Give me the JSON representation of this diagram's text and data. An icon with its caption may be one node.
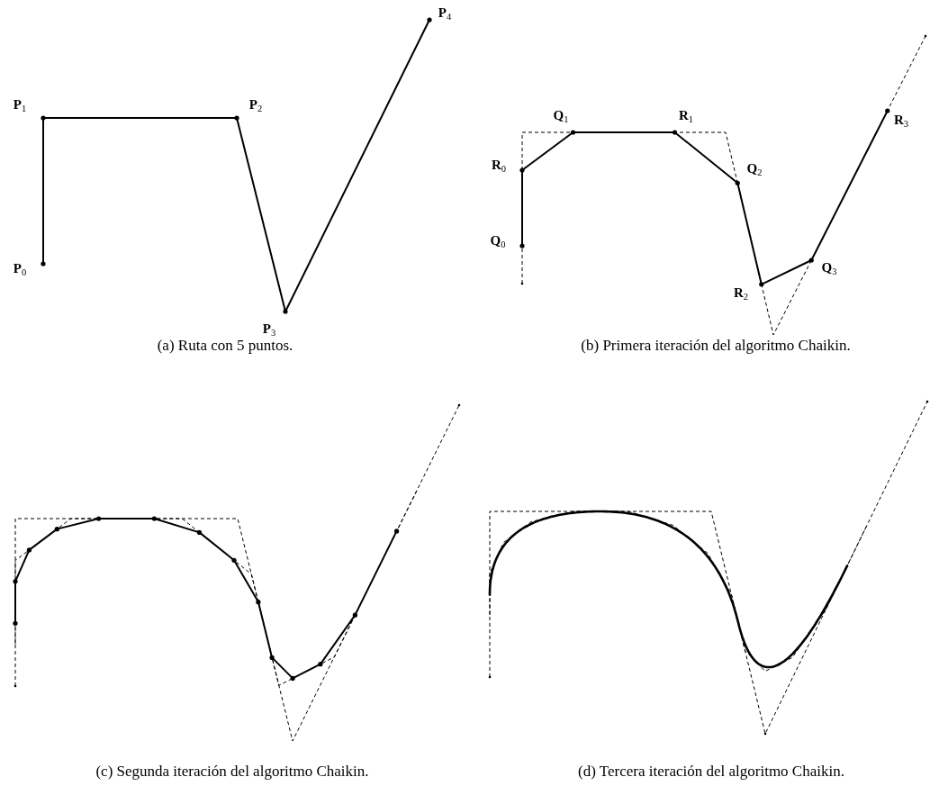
{
  "diagram": {
    "labels": [
      "**P**$_{4}$",
      "**P**$_{1}$",
      "**P**$_{2}$",
      "**P**$_{0}$",
      "**P**$_{3}$",
      "**Q**$_{1}$",
      "**R**$_{1}$",
      "**R**$_{3}$",
      "**R**$_{0}$",
      "**Q**$_{2}$",
      "**Q**$_{0}$",
      "**Q**$_{3}$",
      "**R**$_{2}$",
      "(a) Ruta con 5 puntos.",
      "(b) Primera iteración del algoritmo Chaikin.",
      "(c) Segunda iteración del algoritmo Chaikin.",
      "(d) Tercera iteración del algoritmo Chaikin."
    ]
  }
}
